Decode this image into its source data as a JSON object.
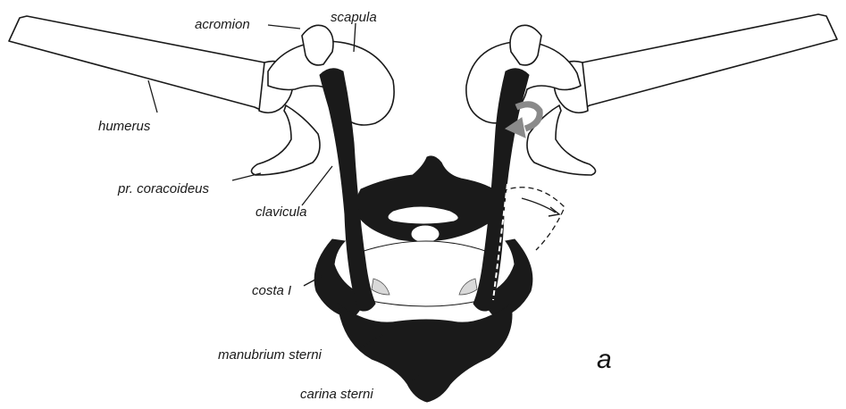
{
  "labels": {
    "acromion": "acromion",
    "scapula": "scapula",
    "humerus": "humerus",
    "pr_coracoideus": "pr. coracoideus",
    "clavicula": "clavicula",
    "costa_i": "costa I",
    "manubrium_sterni": "manubrium sterni",
    "carina_sterni": "carina sterni"
  },
  "panel_letter": "a",
  "colors": {
    "ink": "#1a1a1a",
    "bone_fill": "#ffffff",
    "arrow_gray": "#8a8a8a"
  }
}
